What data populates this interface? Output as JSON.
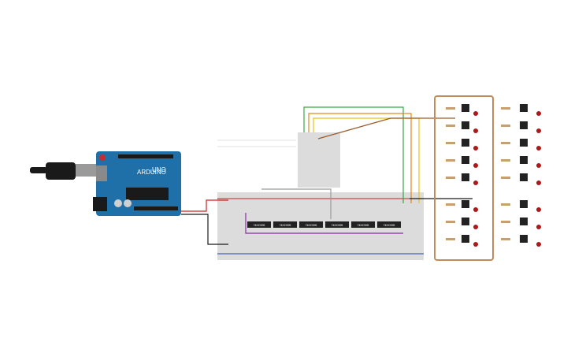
{
  "arduino": {
    "model_label": "UNO",
    "brand_label": "ARDUINO",
    "colors": {
      "board": "#1f6fa8",
      "usb": "#8a8a8a",
      "header": "#1a1a1a"
    }
  },
  "breadboard": {
    "colors": {
      "body": "#dcdcdc",
      "rail_red": "#cc2222",
      "rail_blue": "#2244aa",
      "hole": "#9a9a9a"
    }
  },
  "chips": {
    "label": "74HC595",
    "count": 6,
    "color": "#222222"
  },
  "led_panel": {
    "transistor_count": 16,
    "led_count": 16,
    "colors": {
      "led": "#b01818",
      "transistor": "#222222",
      "resistor": "#c8a070",
      "frame": "#c08a5a"
    }
  },
  "wire_colors": {
    "green": "#3aa64a",
    "orange": "#e08a1a",
    "yellow": "#e8c21a",
    "brown": "#9a5a2a",
    "gray": "#9a9a9a",
    "black": "#1a1a1a",
    "red": "#cc2222",
    "purple": "#8a2aa6",
    "white": "#e8e8e8"
  }
}
